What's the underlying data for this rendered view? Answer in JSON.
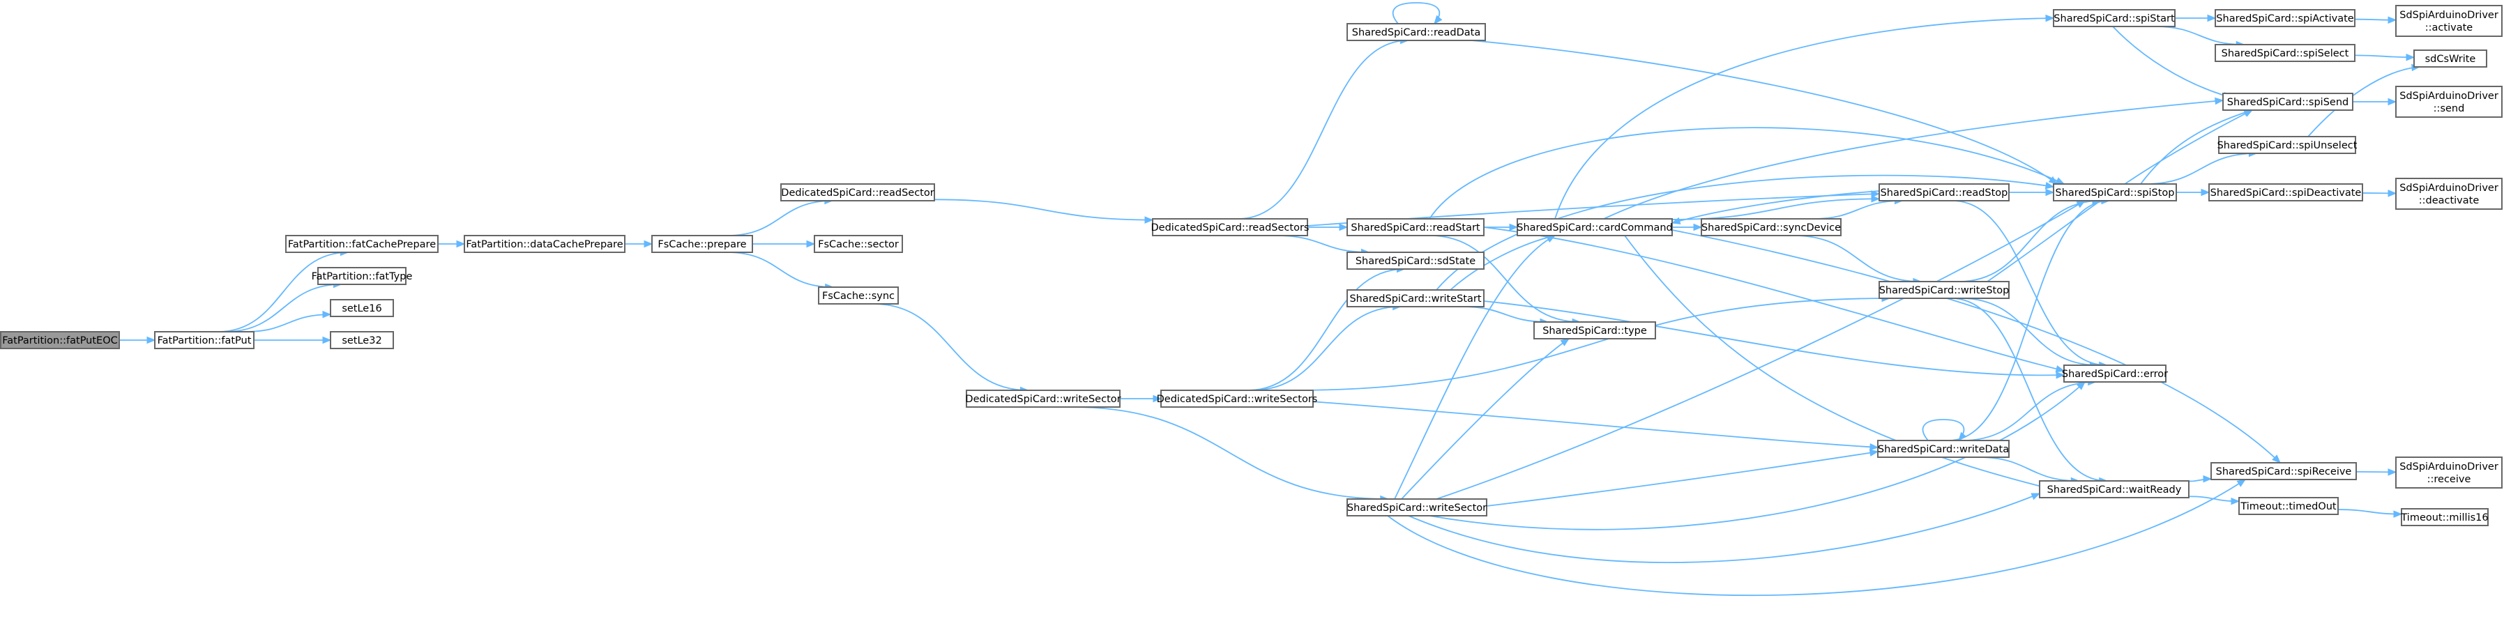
{
  "graph": {
    "title": "",
    "colors": {
      "node_fill": "#ffffff",
      "node_border": "#666666",
      "root_fill": "#999999",
      "edge": "#63b8ff"
    },
    "nodes": [
      {
        "id": "fatPutEOC",
        "lines": [
          "FatPartition::fatPutEOC"
        ],
        "root": true
      },
      {
        "id": "fatPut",
        "lines": [
          "FatPartition::fatPut"
        ]
      },
      {
        "id": "fatCachePrepare",
        "lines": [
          "FatPartition::fatCachePrepare"
        ]
      },
      {
        "id": "fatType",
        "lines": [
          "FatPartition::fatType"
        ]
      },
      {
        "id": "setLe16",
        "lines": [
          "setLe16"
        ]
      },
      {
        "id": "setLe32",
        "lines": [
          "setLe32"
        ]
      },
      {
        "id": "dataCachePrepare",
        "lines": [
          "FatPartition::dataCachePrepare"
        ]
      },
      {
        "id": "prepare",
        "lines": [
          "FsCache::prepare"
        ]
      },
      {
        "id": "dReadSector",
        "lines": [
          "DedicatedSpiCard::readSector"
        ]
      },
      {
        "id": "sector",
        "lines": [
          "FsCache::sector"
        ]
      },
      {
        "id": "sync",
        "lines": [
          "FsCache::sync"
        ]
      },
      {
        "id": "dWriteSector",
        "lines": [
          "DedicatedSpiCard::writeSector"
        ]
      },
      {
        "id": "dReadSectors",
        "lines": [
          "DedicatedSpiCard::readSectors"
        ]
      },
      {
        "id": "dWriteSectors",
        "lines": [
          "DedicatedSpiCard::writeSectors"
        ]
      },
      {
        "id": "readData",
        "lines": [
          "SharedSpiCard::readData"
        ]
      },
      {
        "id": "readStart",
        "lines": [
          "SharedSpiCard::readStart"
        ]
      },
      {
        "id": "sdState",
        "lines": [
          "SharedSpiCard::sdState"
        ]
      },
      {
        "id": "writeStart",
        "lines": [
          "SharedSpiCard::writeStart"
        ]
      },
      {
        "id": "writeSectorS",
        "lines": [
          "SharedSpiCard::writeSector"
        ]
      },
      {
        "id": "cardCommand",
        "lines": [
          "SharedSpiCard::cardCommand"
        ]
      },
      {
        "id": "type",
        "lines": [
          "SharedSpiCard::type"
        ]
      },
      {
        "id": "syncDevice",
        "lines": [
          "SharedSpiCard::syncDevice"
        ]
      },
      {
        "id": "readStop",
        "lines": [
          "SharedSpiCard::readStop"
        ]
      },
      {
        "id": "writeStop",
        "lines": [
          "SharedSpiCard::writeStop"
        ]
      },
      {
        "id": "writeData",
        "lines": [
          "SharedSpiCard::writeData"
        ]
      },
      {
        "id": "spiStart",
        "lines": [
          "SharedSpiCard::spiStart"
        ]
      },
      {
        "id": "spiStop",
        "lines": [
          "SharedSpiCard::spiStop"
        ]
      },
      {
        "id": "error",
        "lines": [
          "SharedSpiCard::error"
        ]
      },
      {
        "id": "waitReady",
        "lines": [
          "SharedSpiCard::waitReady"
        ]
      },
      {
        "id": "spiActivate",
        "lines": [
          "SharedSpiCard::spiActivate"
        ]
      },
      {
        "id": "spiSelect",
        "lines": [
          "SharedSpiCard::spiSelect"
        ]
      },
      {
        "id": "spiSend",
        "lines": [
          "SharedSpiCard::spiSend"
        ]
      },
      {
        "id": "spiUnselect",
        "lines": [
          "SharedSpiCard::spiUnselect"
        ]
      },
      {
        "id": "spiDeactivate",
        "lines": [
          "SharedSpiCard::spiDeactivate"
        ]
      },
      {
        "id": "spiReceive",
        "lines": [
          "SharedSpiCard::spiReceive"
        ]
      },
      {
        "id": "timedOut",
        "lines": [
          "Timeout::timedOut"
        ]
      },
      {
        "id": "activate",
        "lines": [
          "SdSpiArduinoDriver",
          "::activate"
        ]
      },
      {
        "id": "sdCsWrite",
        "lines": [
          "sdCsWrite"
        ]
      },
      {
        "id": "send",
        "lines": [
          "SdSpiArduinoDriver",
          "::send"
        ]
      },
      {
        "id": "deactivate",
        "lines": [
          "SdSpiArduinoDriver",
          "::deactivate"
        ]
      },
      {
        "id": "receive",
        "lines": [
          "SdSpiArduinoDriver",
          "::receive"
        ]
      },
      {
        "id": "millis16",
        "lines": [
          "Timeout::millis16"
        ]
      }
    ],
    "edges": [
      [
        "fatPutEOC",
        "fatPut"
      ],
      [
        "fatPut",
        "fatCachePrepare"
      ],
      [
        "fatPut",
        "fatType"
      ],
      [
        "fatPut",
        "setLe16"
      ],
      [
        "fatPut",
        "setLe32"
      ],
      [
        "fatCachePrepare",
        "dataCachePrepare"
      ],
      [
        "dataCachePrepare",
        "prepare"
      ],
      [
        "prepare",
        "dReadSector"
      ],
      [
        "prepare",
        "sector"
      ],
      [
        "prepare",
        "sync"
      ],
      [
        "dReadSector",
        "dReadSectors"
      ],
      [
        "sync",
        "dWriteSector"
      ],
      [
        "dWriteSector",
        "dWriteSectors"
      ],
      [
        "dWriteSector",
        "writeSectorS"
      ],
      [
        "dReadSectors",
        "readData"
      ],
      [
        "dReadSectors",
        "readStart"
      ],
      [
        "dReadSectors",
        "sdState"
      ],
      [
        "dReadSectors",
        "readStop"
      ],
      [
        "dWriteSectors",
        "sdState"
      ],
      [
        "dWriteSectors",
        "writeStart"
      ],
      [
        "dWriteSectors",
        "writeData"
      ],
      [
        "dWriteSectors",
        "writeStop"
      ],
      [
        "readData",
        "readData"
      ],
      [
        "readData",
        "spiStop"
      ],
      [
        "readStart",
        "cardCommand"
      ],
      [
        "readStart",
        "type"
      ],
      [
        "readStart",
        "error"
      ],
      [
        "readStart",
        "spiStop"
      ],
      [
        "writeStart",
        "cardCommand"
      ],
      [
        "writeStart",
        "type"
      ],
      [
        "writeStart",
        "error"
      ],
      [
        "writeStart",
        "spiStop"
      ],
      [
        "writeSectorS",
        "cardCommand"
      ],
      [
        "writeSectorS",
        "type"
      ],
      [
        "writeSectorS",
        "writeData"
      ],
      [
        "writeSectorS",
        "error"
      ],
      [
        "writeSectorS",
        "spiStop"
      ],
      [
        "writeSectorS",
        "waitReady"
      ],
      [
        "writeSectorS",
        "spiReceive"
      ],
      [
        "cardCommand",
        "spiStart"
      ],
      [
        "cardCommand",
        "syncDevice"
      ],
      [
        "cardCommand",
        "readStop"
      ],
      [
        "cardCommand",
        "spiSend"
      ],
      [
        "cardCommand",
        "spiReceive"
      ],
      [
        "cardCommand",
        "waitReady"
      ],
      [
        "syncDevice",
        "readStop"
      ],
      [
        "syncDevice",
        "writeStop"
      ],
      [
        "readStop",
        "cardCommand"
      ],
      [
        "readStop",
        "spiStop"
      ],
      [
        "readStop",
        "error"
      ],
      [
        "writeStop",
        "error"
      ],
      [
        "writeStop",
        "spiSend"
      ],
      [
        "writeStop",
        "spiStop"
      ],
      [
        "writeStop",
        "waitReady"
      ],
      [
        "writeData",
        "writeData"
      ],
      [
        "writeData",
        "error"
      ],
      [
        "writeData",
        "spiStop"
      ],
      [
        "writeData",
        "waitReady"
      ],
      [
        "spiStart",
        "spiActivate"
      ],
      [
        "spiStart",
        "spiSelect"
      ],
      [
        "spiStart",
        "spiSend"
      ],
      [
        "spiActivate",
        "activate"
      ],
      [
        "spiSelect",
        "sdCsWrite"
      ],
      [
        "spiSend",
        "send"
      ],
      [
        "spiStop",
        "spiSend"
      ],
      [
        "spiStop",
        "spiUnselect"
      ],
      [
        "spiStop",
        "spiDeactivate"
      ],
      [
        "spiUnselect",
        "sdCsWrite"
      ],
      [
        "spiDeactivate",
        "deactivate"
      ],
      [
        "waitReady",
        "spiReceive"
      ],
      [
        "waitReady",
        "timedOut"
      ],
      [
        "spiReceive",
        "receive"
      ],
      [
        "timedOut",
        "millis16"
      ]
    ]
  }
}
